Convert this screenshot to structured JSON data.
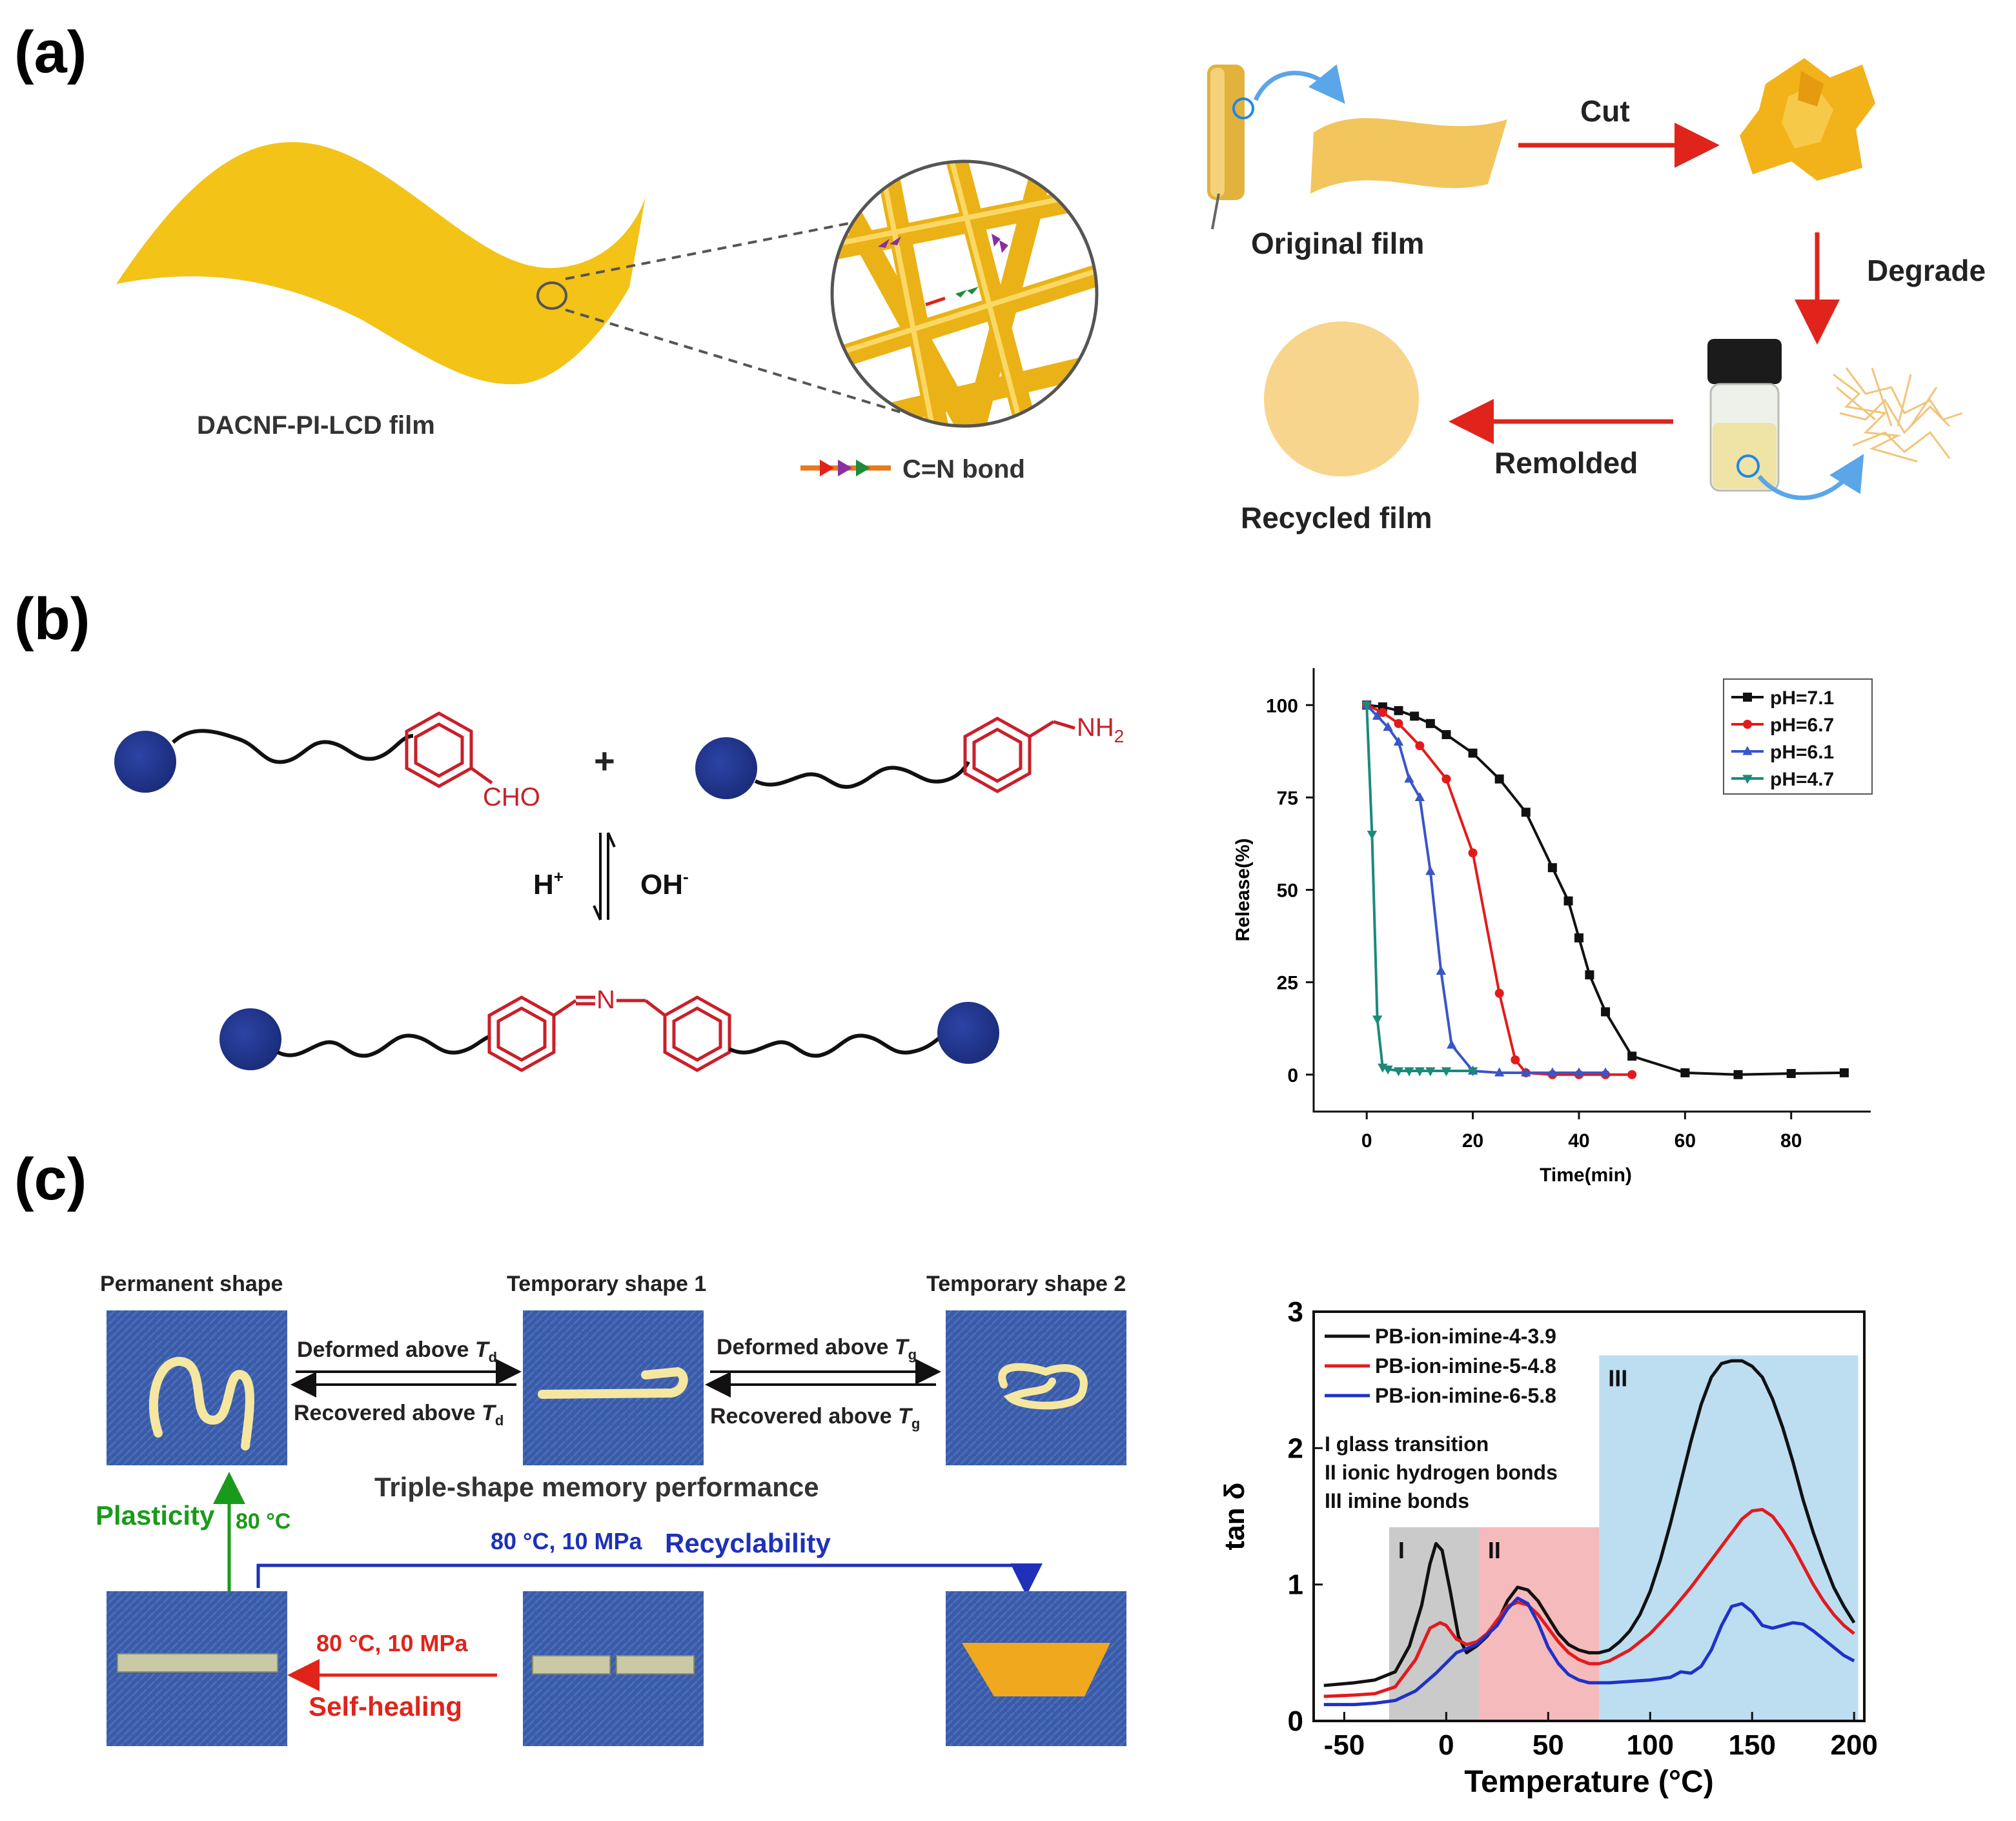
{
  "panel_a": {
    "label": "(a)",
    "film_label": "DACNF-PI-LCD film",
    "bond_label": "C=N bond",
    "original_film": "Original film",
    "cut": "Cut",
    "degrade": "Degrade",
    "remolded": "Remolded",
    "recycled_film": "Recycled film"
  },
  "panel_b": {
    "label": "(b)",
    "cho": "CHO",
    "nh2": "NH",
    "nh2_sub": "2",
    "plus": "+",
    "h_plus": "H",
    "h_sup": "+",
    "oh_minus": "OH",
    "oh_sup": "-",
    "imine_n": "N"
  },
  "panel_c": {
    "label": "(c)",
    "permanent_shape": "Permanent shape",
    "temp_shape_1": "Temporary shape 1",
    "temp_shape_2": "Temporary shape 2",
    "deformed_td": "Deformed above ",
    "td": "T",
    "td_sub": "d",
    "recovered_td": "Recovered above ",
    "deformed_tg": "Deformed above ",
    "tg_sub": "g",
    "recovered_tg": "Recovered above ",
    "triple_shape": "Triple-shape memory performance",
    "plasticity": "Plasticity",
    "plasticity_temp": "80 °C",
    "recycle_cond": "80 °C, 10 MPa",
    "recyclability": "Recyclability",
    "heal_cond": "80 °C, 10 MPa",
    "self_healing": "Self-healing"
  },
  "chart_data": [
    {
      "type": "line",
      "xlabel": "Time(min)",
      "ylabel": "Release(%)",
      "xlim": [
        -10,
        95
      ],
      "ylim": [
        -10,
        110
      ],
      "xticks": [
        0,
        20,
        40,
        60,
        80
      ],
      "yticks": [
        0,
        25,
        50,
        75,
        100
      ],
      "legend_position": "top-right",
      "series": [
        {
          "name": "pH=7.1",
          "color": "#111111",
          "marker": "square",
          "x": [
            0,
            3,
            6,
            9,
            12,
            15,
            20,
            25,
            30,
            35,
            38,
            40,
            42,
            45,
            50,
            60,
            70,
            80,
            90
          ],
          "y": [
            100,
            99.5,
            98.5,
            97,
            95,
            92,
            87,
            80,
            71,
            56,
            47,
            37,
            27,
            17,
            5,
            0.5,
            0,
            0.3,
            0.5
          ]
        },
        {
          "name": "pH=6.7",
          "color": "#e31a1c",
          "marker": "circle",
          "x": [
            0,
            3,
            6,
            10,
            15,
            20,
            25,
            28,
            30,
            35,
            40,
            45,
            50
          ],
          "y": [
            100,
            98,
            95,
            89,
            80,
            60,
            22,
            4,
            0.5,
            0,
            0,
            0,
            0
          ]
        },
        {
          "name": "pH=6.1",
          "color": "#3a55c7",
          "marker": "triangle-up",
          "x": [
            0,
            2,
            4,
            6,
            8,
            10,
            12,
            14,
            16,
            20,
            25,
            30,
            35,
            40,
            45
          ],
          "y": [
            100,
            97,
            94,
            90,
            80,
            75,
            55,
            28,
            8,
            1,
            0.5,
            0.5,
            0.5,
            0.5,
            0.5
          ]
        },
        {
          "name": "pH=4.7",
          "color": "#1b8a7a",
          "marker": "triangle-down",
          "x": [
            0,
            1,
            2,
            3,
            4,
            6,
            8,
            10,
            12,
            15,
            20
          ],
          "y": [
            100,
            65,
            15,
            2,
            1.5,
            1,
            1,
            1,
            1,
            1,
            1
          ]
        }
      ]
    },
    {
      "type": "line",
      "xlabel": "Temperature (°C)",
      "ylabel": "tan δ",
      "xlim": [
        -65,
        205
      ],
      "ylim": [
        0,
        3
      ],
      "xticks": [
        -50,
        0,
        50,
        100,
        150,
        200
      ],
      "yticks": [
        0,
        1,
        2,
        3
      ],
      "legend_position": "top-left",
      "regions": [
        {
          "label": "I",
          "from": -28,
          "to": 16,
          "color": "#c7c7c7"
        },
        {
          "label": "II",
          "from": 16,
          "to": 75,
          "color": "#f4b6b8"
        },
        {
          "label": "III",
          "from": 75,
          "to": 205,
          "color": "#b9dcf0"
        }
      ],
      "annotations": [
        "I   glass transition",
        "II  ionic hydrogen bonds",
        "III imine bonds"
      ],
      "series": [
        {
          "name": "PB-ion-imine-4-3.9",
          "color": "#111111",
          "x": [
            -60,
            -45,
            -35,
            -25,
            -18,
            -12,
            -8,
            -5,
            -2,
            2,
            6,
            10,
            15,
            20,
            25,
            30,
            35,
            40,
            45,
            50,
            55,
            60,
            65,
            70,
            75,
            80,
            85,
            90,
            95,
            100,
            105,
            110,
            115,
            120,
            125,
            130,
            135,
            140,
            145,
            150,
            155,
            160,
            165,
            170,
            175,
            180,
            185,
            190,
            195,
            200
          ],
          "y": [
            0.26,
            0.28,
            0.3,
            0.36,
            0.55,
            0.85,
            1.15,
            1.3,
            1.25,
            0.95,
            0.62,
            0.5,
            0.55,
            0.62,
            0.72,
            0.88,
            0.98,
            0.96,
            0.88,
            0.76,
            0.64,
            0.56,
            0.52,
            0.5,
            0.5,
            0.52,
            0.58,
            0.66,
            0.78,
            0.95,
            1.18,
            1.45,
            1.75,
            2.05,
            2.32,
            2.52,
            2.62,
            2.64,
            2.64,
            2.6,
            2.52,
            2.36,
            2.15,
            1.9,
            1.62,
            1.38,
            1.17,
            0.98,
            0.84,
            0.72
          ]
        },
        {
          "name": "PB-ion-imine-5-4.8",
          "color": "#e31a1c",
          "x": [
            -60,
            -45,
            -35,
            -25,
            -15,
            -8,
            -3,
            0,
            5,
            10,
            15,
            20,
            25,
            30,
            35,
            40,
            45,
            50,
            55,
            60,
            65,
            70,
            75,
            80,
            90,
            100,
            110,
            120,
            130,
            140,
            145,
            150,
            155,
            160,
            165,
            170,
            175,
            180,
            185,
            190,
            195,
            200
          ],
          "y": [
            0.18,
            0.19,
            0.2,
            0.25,
            0.45,
            0.68,
            0.72,
            0.7,
            0.6,
            0.56,
            0.58,
            0.64,
            0.74,
            0.84,
            0.87,
            0.85,
            0.78,
            0.68,
            0.58,
            0.5,
            0.45,
            0.42,
            0.42,
            0.44,
            0.52,
            0.64,
            0.8,
            0.98,
            1.18,
            1.38,
            1.48,
            1.54,
            1.55,
            1.5,
            1.4,
            1.28,
            1.14,
            1.0,
            0.88,
            0.78,
            0.7,
            0.64
          ]
        },
        {
          "name": "PB-ion-imine-6-5.8",
          "color": "#1f31c9",
          "x": [
            -60,
            -45,
            -35,
            -25,
            -15,
            -5,
            5,
            15,
            25,
            30,
            35,
            40,
            45,
            50,
            55,
            60,
            65,
            70,
            80,
            90,
            100,
            110,
            115,
            120,
            125,
            130,
            135,
            140,
            145,
            150,
            155,
            160,
            165,
            170,
            175,
            180,
            185,
            190,
            195,
            200
          ],
          "y": [
            0.12,
            0.12,
            0.13,
            0.15,
            0.22,
            0.35,
            0.5,
            0.56,
            0.7,
            0.82,
            0.9,
            0.86,
            0.72,
            0.54,
            0.42,
            0.34,
            0.3,
            0.28,
            0.28,
            0.29,
            0.3,
            0.32,
            0.36,
            0.35,
            0.4,
            0.52,
            0.7,
            0.84,
            0.86,
            0.8,
            0.7,
            0.68,
            0.7,
            0.72,
            0.71,
            0.66,
            0.6,
            0.54,
            0.48,
            0.44
          ]
        }
      ]
    }
  ],
  "colors": {
    "gold": "#f3c318",
    "film_light": "#f2c65d",
    "arrow_red": "#e0241b",
    "recycled_film": "#f7d58c",
    "bead_navy": "#22368f",
    "chem_red": "#c8202a",
    "denim": "#3a5ca8",
    "plasticity_green": "#1a9a1a",
    "recycle_blue": "#1e31b8"
  }
}
